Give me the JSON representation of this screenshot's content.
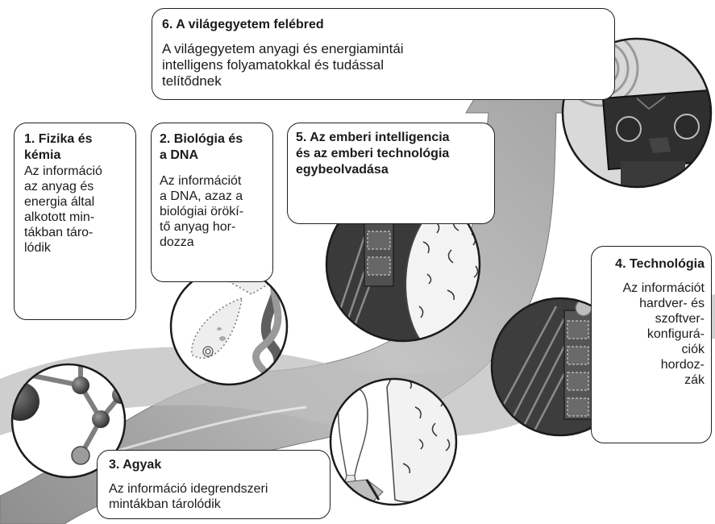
{
  "stages": [
    {
      "id": 1,
      "title": "1. Fizika és\nkémia",
      "body": "Az információ\naz anyag és\nenergia által\nalkotott min-\ntákban táro-\nlódik"
    },
    {
      "id": 2,
      "title": "2. Biológia és\na DNA",
      "body": "Az információt\na DNA, azaz a\nbiológiai örökí-\ntő anyag hor-\ndozza"
    },
    {
      "id": 3,
      "title": "3. Agyak",
      "body": "Az információ idegrendszeri\nmintákban tárolódik"
    },
    {
      "id": 4,
      "title": "4. Technológia",
      "body": "Az információt\nhardver- és\nszoftver-\nkonfigurá-\nciók\nhordoz-\nzák"
    },
    {
      "id": 5,
      "title": "5. Az emberi intelligencia\nés az emberi technológia\negybeolvadása",
      "body": ""
    },
    {
      "id": 6,
      "title": "6. A világegyetem felébred",
      "body": "A világegyetem anyagi és energiamintái\nintelligens folyamatokkal és tudással\ntelítődnek"
    }
  ],
  "illustrations": [
    {
      "name": "molecule-illustration",
      "stage": 1
    },
    {
      "name": "dna-cell-illustration",
      "stage": 2
    },
    {
      "name": "neuron-brain-illustration",
      "stage": 3
    },
    {
      "name": "circuit-board-illustration",
      "stage": 4
    },
    {
      "name": "brain-chip-illustration",
      "stage": 5
    },
    {
      "name": "cosmic-robot-illustration",
      "stage": 6
    }
  ],
  "colors": {
    "arrow": "#b3b3b3",
    "arrow_dark": "#8c8c8c",
    "ink": "#1b1b1b",
    "circuit": "#5a5a5a"
  }
}
